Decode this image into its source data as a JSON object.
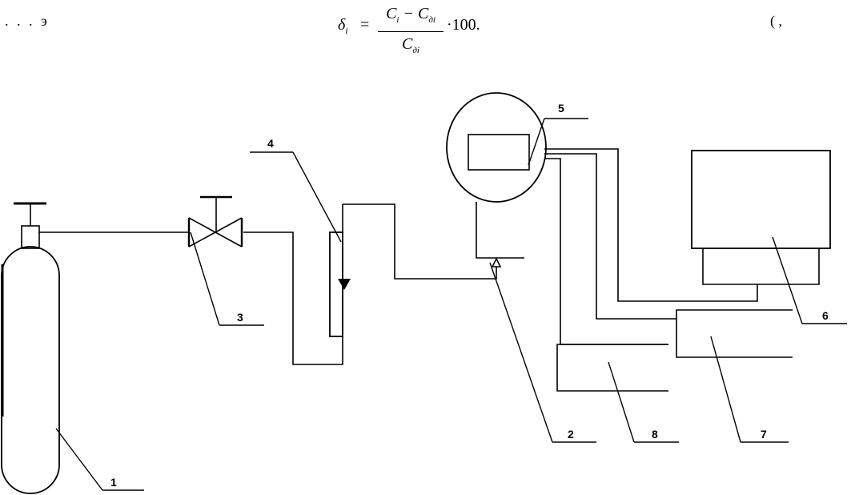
{
  "header": {
    "left_fragment": ". . . э",
    "right_fragment": "( ,",
    "formula": {
      "lhs": "δ",
      "lhs_sub": "i",
      "equals": "=",
      "num_a": "C",
      "num_a_sub": "i",
      "minus": "−",
      "num_b": "C",
      "num_b_sub": "дi",
      "den": "C",
      "den_sub": "дi",
      "tail": "·100."
    }
  },
  "labels": [
    "1",
    "2",
    "3",
    "4",
    "5",
    "6",
    "7",
    "8"
  ],
  "colors": {
    "line": "#000000",
    "background": "#ffffff"
  }
}
